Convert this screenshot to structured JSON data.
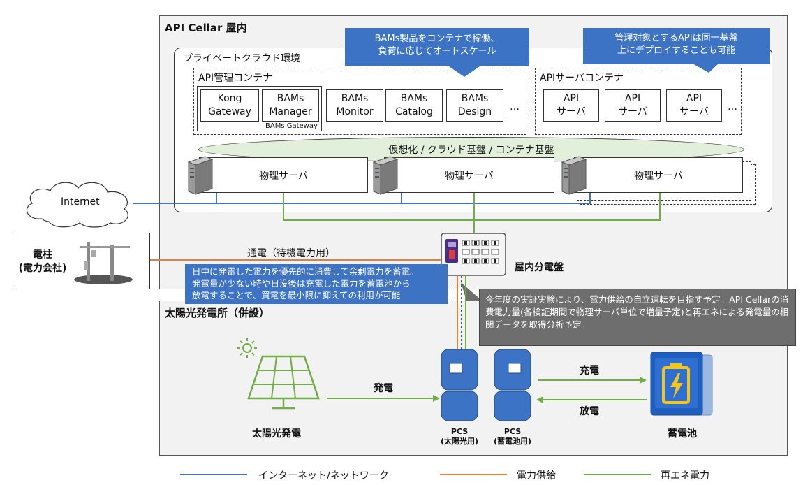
{
  "regions": {
    "indoor_title": "API Cellar 屋内",
    "solar_title": "太陽光発電所（併設）",
    "private_cloud_title": "プライベートクラウド環境"
  },
  "containers": {
    "api_mgmt_title": "API管理コンテナ",
    "api_server_title": "APIサーバコンテナ",
    "kong": [
      "Kong",
      "Gateway"
    ],
    "bams_manager": [
      "BAMs",
      "Manager"
    ],
    "bams_gateway_label": "BAMs Gateway",
    "bams_monitor": [
      "BAMs",
      "Monitor"
    ],
    "bams_catalog": [
      "BAMs",
      "Catalog"
    ],
    "bams_design": [
      "BAMs",
      "Design"
    ],
    "ellipsis": "…",
    "api_server": [
      "API",
      "サーバ"
    ]
  },
  "platform": {
    "virtualization": "仮想化 / クラウド基盤 / コンテナ基盤",
    "physical_server": "物理サーバ"
  },
  "callouts": {
    "bams_scale": [
      "BAMs製品をコンテナで稼働、",
      "負荷に応じてオートスケール"
    ],
    "api_same_base": [
      "管理対象とするAPIは同一基盤",
      "上にデプロイすることも可能"
    ],
    "solar_usage": [
      "日中に発電した電力を優先的に消費して余剰電力を蓄電。",
      "発電量が少ない時や日没後は充電した電力を蓄電池から",
      "放電することで、買電を最小限に抑えての利用が可能"
    ],
    "future_note": "今年度の実証実験により、電力供給の自立運転を目指す予定。API Cellarの消費電力量(各検証期間で物理サーバ単位で増量予定)と再エネによる発電量の相関データを取得分析予定。"
  },
  "labels": {
    "internet": "Internet",
    "pole": [
      "電柱",
      "(電力会社)"
    ],
    "standby_power": "通電（待機電力用）",
    "distribution_board": "屋内分電盤",
    "generation": "発電",
    "charge": "充電",
    "discharge": "放電",
    "solar_power": "太陽光発電",
    "battery": "蓄電池",
    "pcs_solar": [
      "PCS",
      "(太陽光用)"
    ],
    "pcs_battery": [
      "PCS",
      "(蓄電池用)"
    ]
  },
  "legend": [
    {
      "label": "インターネット/ネットワーク",
      "color": "#4472c4"
    },
    {
      "label": "電力供給",
      "color": "#ed7d31"
    },
    {
      "label": "再エネ電力",
      "color": "#70ad47"
    }
  ],
  "colors": {
    "network": "#4472c4",
    "power": "#ed7d31",
    "renewable": "#70ad47",
    "callout": "#3d73c4",
    "pcs": "#3d73c4",
    "battery_body": "#1f5fbf"
  }
}
